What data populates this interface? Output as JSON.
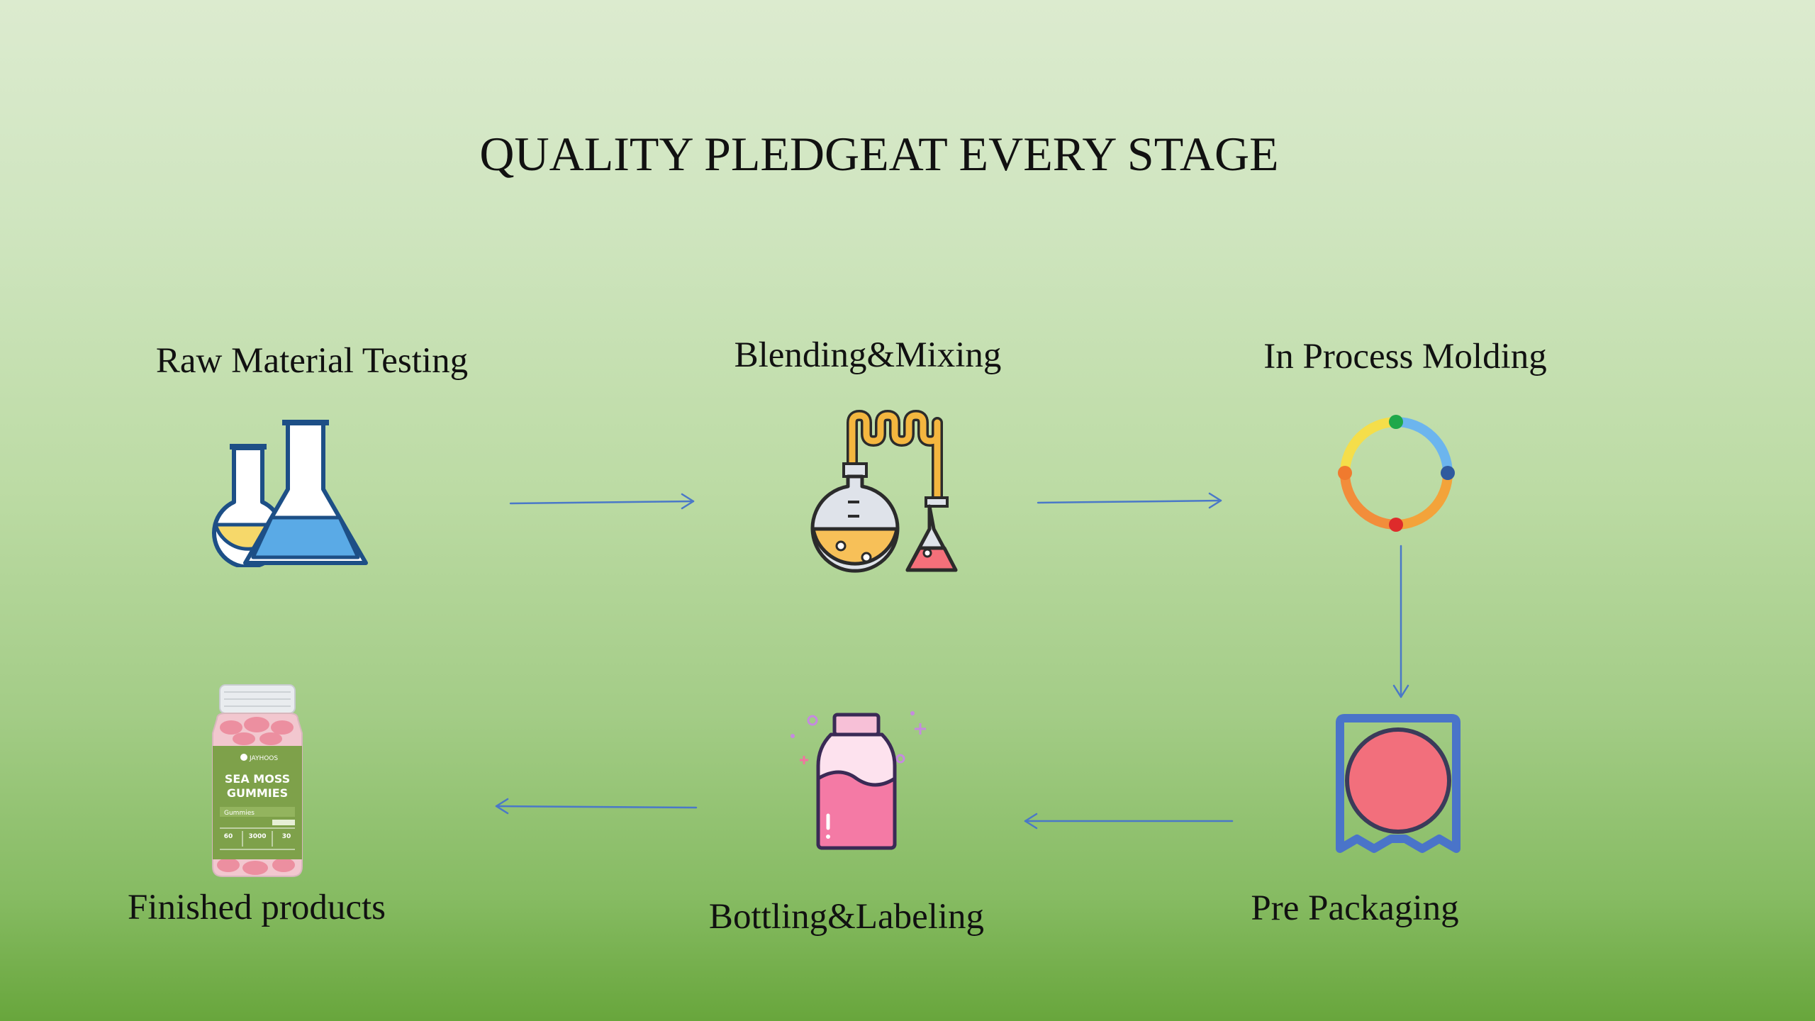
{
  "title": "QUALITY PLEDGEAT EVERY STAGE",
  "stages": [
    {
      "label": "Raw Material Testing",
      "icon": "flasks-icon"
    },
    {
      "label": "Blending&Mixing",
      "icon": "distillation-icon"
    },
    {
      "label": "In Process Molding",
      "icon": "process-ring-icon"
    },
    {
      "label": "Pre Packaging",
      "icon": "badge-seal-icon"
    },
    {
      "label": "Bottling&Labeling",
      "icon": "bottle-icon"
    },
    {
      "label": "Finished products",
      "icon": "gummies-jar-icon"
    }
  ],
  "product": {
    "brand": "JAYHOOS",
    "name_line1": "SEA MOSS",
    "name_line2": "GUMMIES",
    "sub": "Gummies",
    "stat1": "60",
    "stat2": "3000",
    "stat3": "30"
  },
  "colors": {
    "arrow": "#4a78c8",
    "flask_blue": "#5aaae6",
    "flask_yellow": "#f6d86a",
    "bottle_pink": "#f47aa5",
    "seal_red": "#f26f7c",
    "seal_blue": "#4a74c9",
    "jar_green": "#7ea14a"
  }
}
